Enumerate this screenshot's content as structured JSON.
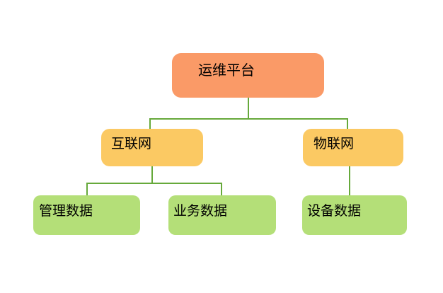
{
  "diagram": {
    "type": "tree"
  },
  "colors": {
    "canvas-bg": "#FFFFFF",
    "root-fill": "#FA9A67",
    "branch-fill": "#FBC963",
    "leaf-fill": "#B4DF78",
    "connector": "#66A93B",
    "label-text": "#000000"
  },
  "nodes": {
    "root": {
      "label": "运维平台",
      "level": 1
    },
    "internet": {
      "label": "互联网",
      "level": 2
    },
    "iot": {
      "label": "物联网",
      "level": 2
    },
    "management_data": {
      "label": "管理数据",
      "level": 3
    },
    "business_data": {
      "label": "业务数据",
      "level": 3
    },
    "device_data": {
      "label": "设备数据",
      "level": 3
    }
  },
  "edges": [
    {
      "from": "运维平台",
      "to": "互联网"
    },
    {
      "from": "运维平台",
      "to": "物联网"
    },
    {
      "from": "互联网",
      "to": "管理数据"
    },
    {
      "from": "互联网",
      "to": "业务数据"
    },
    {
      "from": "物联网",
      "to": "设备数据"
    }
  ]
}
